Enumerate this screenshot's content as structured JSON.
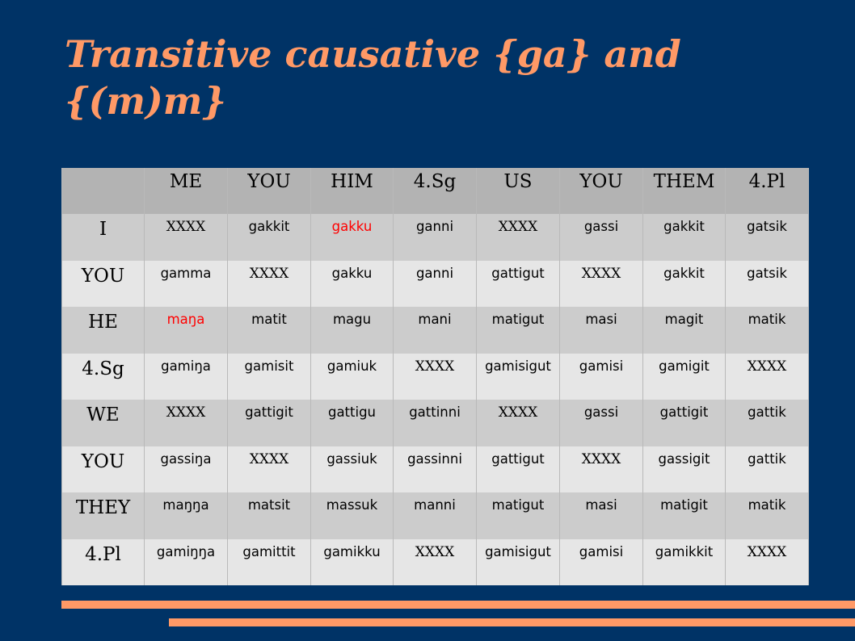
{
  "title": "Transitive causative {ga} and {(m)m}",
  "colors": {
    "background": "#003366",
    "accent": "#ff9966",
    "highlight": "#ff0000"
  },
  "table": {
    "columns": [
      "",
      "ME",
      "YOU",
      "HIM",
      "4.Sg",
      "US",
      "YOU",
      "THEM",
      "4.Pl"
    ],
    "rows": [
      {
        "label": "I",
        "cells": [
          "XXXX",
          "gakkit",
          "gakku",
          "ganni",
          "XXXX",
          "gassi",
          "gakkit",
          "gatsik"
        ]
      },
      {
        "label": "YOU",
        "cells": [
          "gamma",
          "XXXX",
          "gakku",
          "ganni",
          "gattigut",
          "XXXX",
          "gakkit",
          "gatsik"
        ]
      },
      {
        "label": "HE",
        "cells": [
          "maŋa",
          "matit",
          "magu",
          "mani",
          "matigut",
          "masi",
          "magit",
          "matik"
        ]
      },
      {
        "label": "4.Sg",
        "cells": [
          "gamiŋa",
          "gamisit",
          "gamiuk",
          "XXXX",
          "gamisigut",
          "gamisi",
          "gamigit",
          "XXXX"
        ]
      },
      {
        "label": "WE",
        "cells": [
          "XXXX",
          "gattigit",
          "gattigu",
          "gattinni",
          "XXXX",
          "gassi",
          "gattigit",
          "gattik"
        ]
      },
      {
        "label": "YOU",
        "cells": [
          "gassiŋa",
          "XXXX",
          "gassiuk",
          "gassinni",
          "gattigut",
          "XXXX",
          "gassigit",
          "gattik"
        ]
      },
      {
        "label": "THEY",
        "cells": [
          "maŋŋa",
          "matsit",
          "massuk",
          "manni",
          "matigut",
          "masi",
          "matigit",
          "matik"
        ]
      },
      {
        "label": "4.Pl",
        "cells": [
          "gamiŋŋa",
          "gamittit",
          "gamikku",
          "XXXX",
          "gamisigut",
          "gamisi",
          "gamikkit",
          "XXXX"
        ]
      }
    ],
    "highlighted_cells": [
      "rows.0.cells.2",
      "rows.2.cells.0"
    ]
  }
}
